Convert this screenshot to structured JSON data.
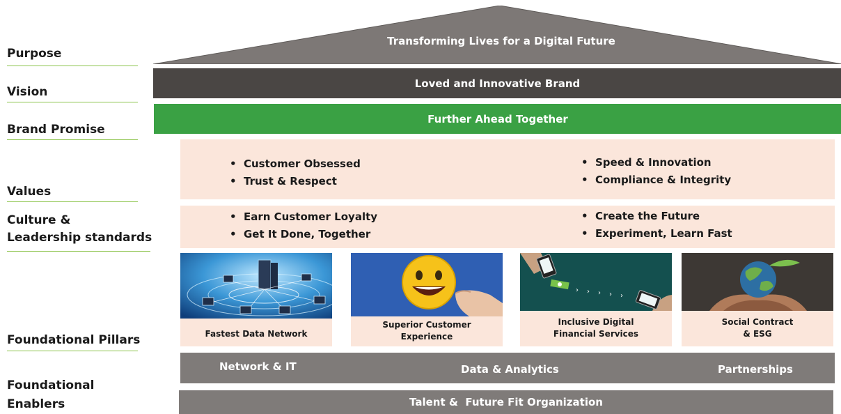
{
  "left_labels": {
    "purpose": "Purpose",
    "vision": "Vision",
    "brand_promise": "Brand Promise",
    "values": "Values",
    "culture_line1": "Culture &",
    "culture_line2": "Leadership standards",
    "pillars": "Foundational Pillars",
    "enablers_line1": "Foundational",
    "enablers_line2": "Enablers"
  },
  "bands": {
    "purpose": "Transforming Lives for a Digital Future",
    "vision": "Loved and Innovative Brand",
    "brand_promise": "Further Ahead Together"
  },
  "values": {
    "left": [
      "Customer Obsessed",
      "Trust & Respect"
    ],
    "right": [
      "Speed & Innovation",
      "Compliance & Integrity"
    ]
  },
  "culture": {
    "left": [
      "Earn Customer Loyalty",
      "Get It Done, Together"
    ],
    "right": [
      "Create the Future",
      "Experiment, Learn Fast"
    ]
  },
  "pillars": [
    {
      "line1": "Fastest Data Network",
      "line2": "",
      "icon": "network-image"
    },
    {
      "line1": "Superior Customer",
      "line2": "Experience",
      "icon": "smiley-image"
    },
    {
      "line1": "Inclusive Digital",
      "line2": "Financial Services",
      "icon": "mobile-money-image"
    },
    {
      "line1": "Social Contract",
      "line2": "& ESG",
      "icon": "globe-in-hands-image"
    }
  ],
  "enablers": {
    "network_it": "Network & IT",
    "data_analytics": "Data & Analytics",
    "partnerships": "Partnerships",
    "talent": "Talent &  Future Fit Organization"
  },
  "colors": {
    "roof": "#7d7876",
    "vision": "#4a4644",
    "brand_promise": "#3aa144",
    "beige": "#fbe6db",
    "enabler": "#7f7b79",
    "rule": "#8bc34a"
  }
}
